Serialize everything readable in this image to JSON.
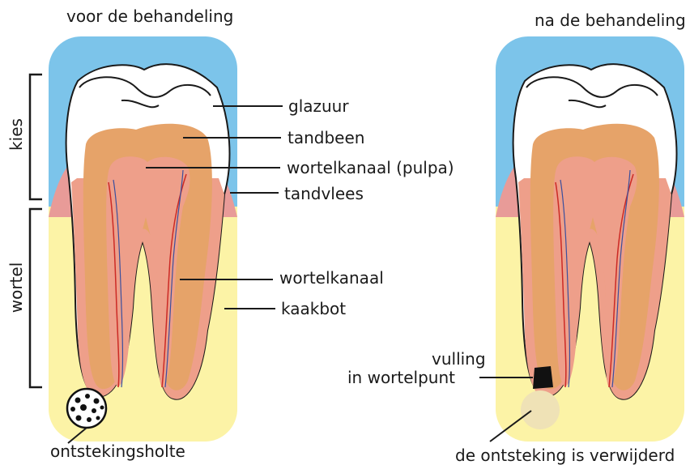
{
  "headings": {
    "before": "voor de behandeling",
    "after": "na de behandeling"
  },
  "side_labels": {
    "crown": "kies",
    "root": "wortel"
  },
  "parts": {
    "enamel": "glazuur",
    "dentin": "tandbeen",
    "pulp": "wortelkanaal (pulpa)",
    "gum": "tandvlees",
    "root_canal": "wortelkanaal",
    "jawbone": "kaakbot"
  },
  "treated": {
    "filling_line1": "vulling",
    "filling_line2": "in wortelpunt",
    "removed_note": "de ontsteking is verwijderd"
  },
  "infection": {
    "label": "ontstekingsholte"
  },
  "colors": {
    "sky": "#7cc4ea",
    "bone": "#fcf3a6",
    "gum": "#e89b98",
    "enamel": "#ffffff",
    "dentin": "#e6a369",
    "pulp": "#ee9f8a",
    "vessel_red": "#cc2a25",
    "vessel_blue": "#3a4f9e",
    "filling": "#111111",
    "healed_area": "#efe2b6"
  }
}
